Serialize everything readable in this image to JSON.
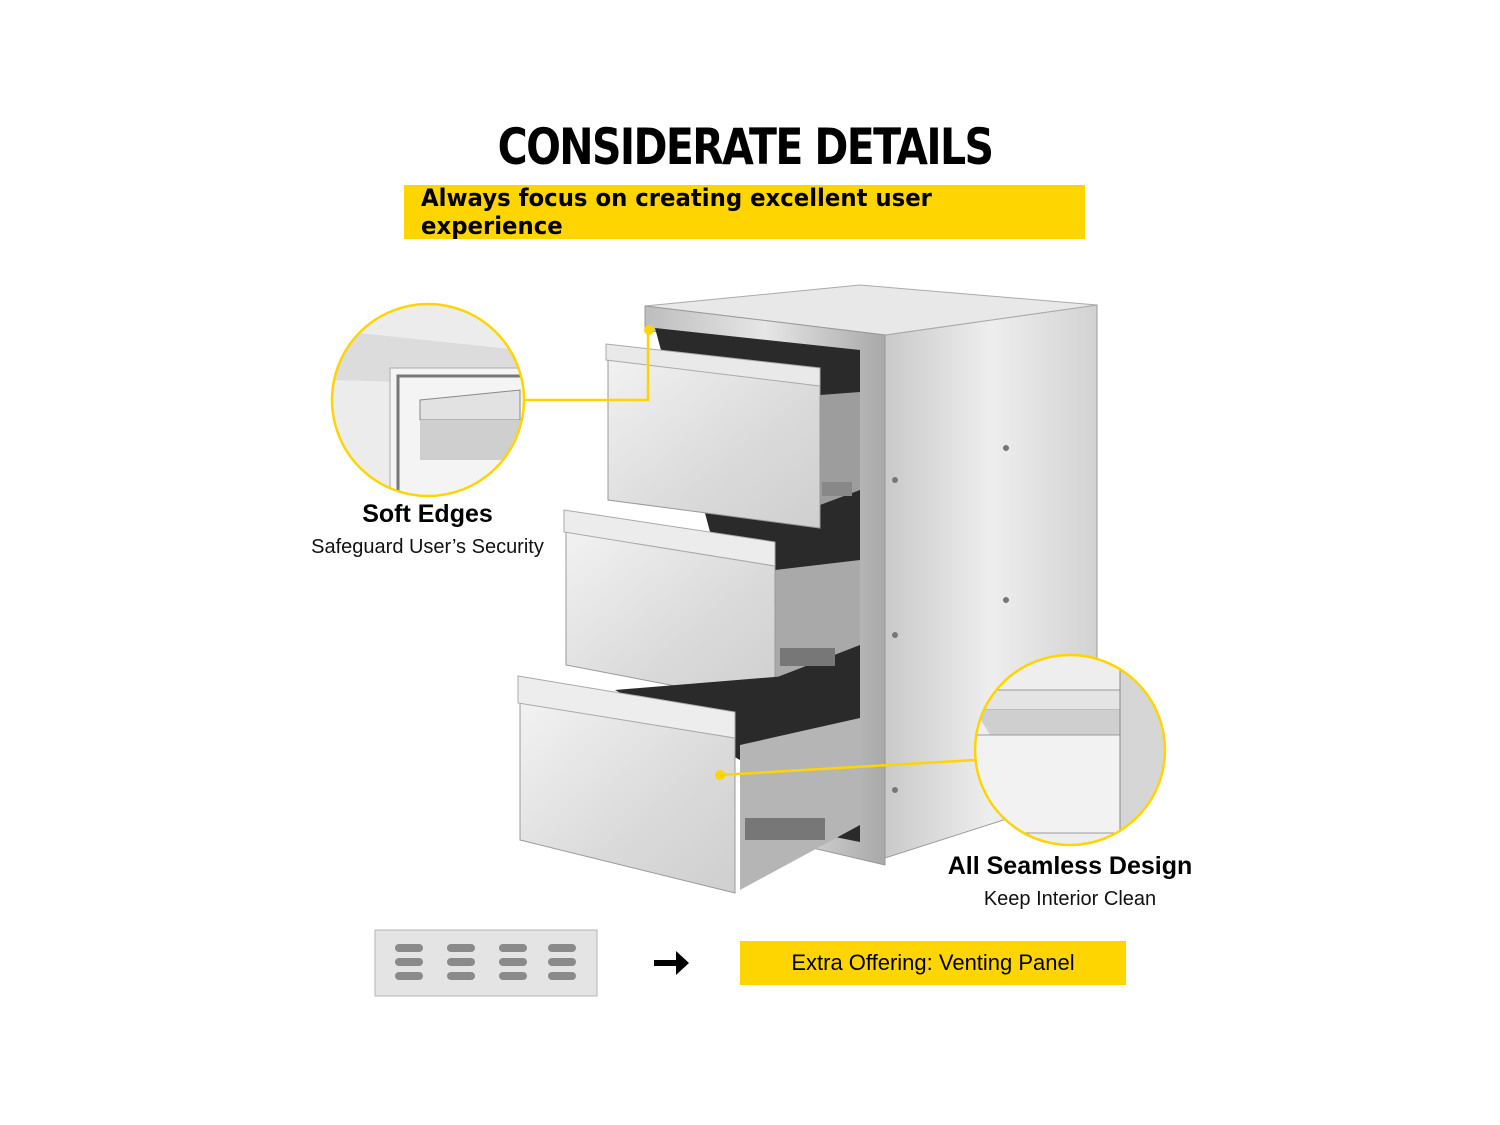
{
  "header": {
    "title": "CONSIDERATE DETAILS",
    "banner": "Always focus on creating excellent user experience"
  },
  "features": {
    "soft_edges": {
      "title": "Soft Edges",
      "subtitle": "Safeguard User’s Security"
    },
    "seamless": {
      "title": "All Seamless Design",
      "subtitle": "Keep Interior Clean"
    }
  },
  "extra": {
    "label": "Extra Offering: Venting Panel",
    "arrow_icon": "right-arrow-icon"
  },
  "colors": {
    "accent": "#fed500",
    "text": "#000000",
    "steel": "#d9d9d9"
  }
}
